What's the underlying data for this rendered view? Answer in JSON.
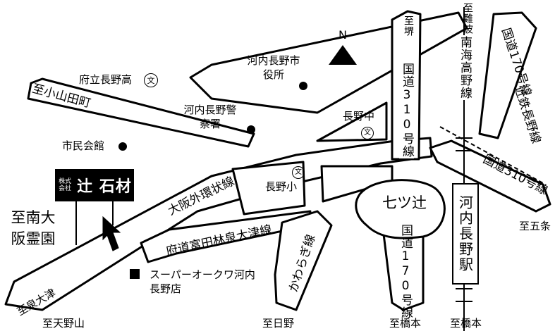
{
  "map": {
    "north_label": "N",
    "company": {
      "small": "株式会社",
      "name": "辻 石材"
    },
    "labels": {
      "to_namba": "至難波",
      "to_sakai": "至堺",
      "route310_right": "国道310号線",
      "kawachinagano_city_hall": "河内長野市役所",
      "fu_nagano_high": "府立長野高",
      "to_koyamada": "至小山田町",
      "kawachinagano_police": "河内長野警察署",
      "nagano_junior_high": "長野中",
      "shimin_kaikan": "市民会館",
      "route310_vertical": "国道310号線",
      "nankai_koya_line": "南海高野線",
      "route170_top": "国道170号線",
      "kintetsu_nagano_line": "近鉄長野線",
      "osaka_gaikan": "大阪外環状線",
      "nagano_elementary": "長野小",
      "nanatsu_tsuji": "七ツ辻",
      "to_minami_osaka": "至南大阪霊園",
      "fudo_tondabayashi": "府道富田林泉大津線",
      "kawachinagano_station": "河内長野駅",
      "kararikoku": "かわらぎ線",
      "route170_bottom": "国道170号線",
      "supermarket": "スーパーオークワ河内長野店",
      "to_izumiotsu": "至泉大津",
      "to_amanoyama": "至天野山",
      "to_hino": "至日野",
      "to_hashimoto_1": "至橋本",
      "to_hashimoto_2": "至橋本",
      "to_gojo": "至五条"
    },
    "school_symbol": "文"
  }
}
